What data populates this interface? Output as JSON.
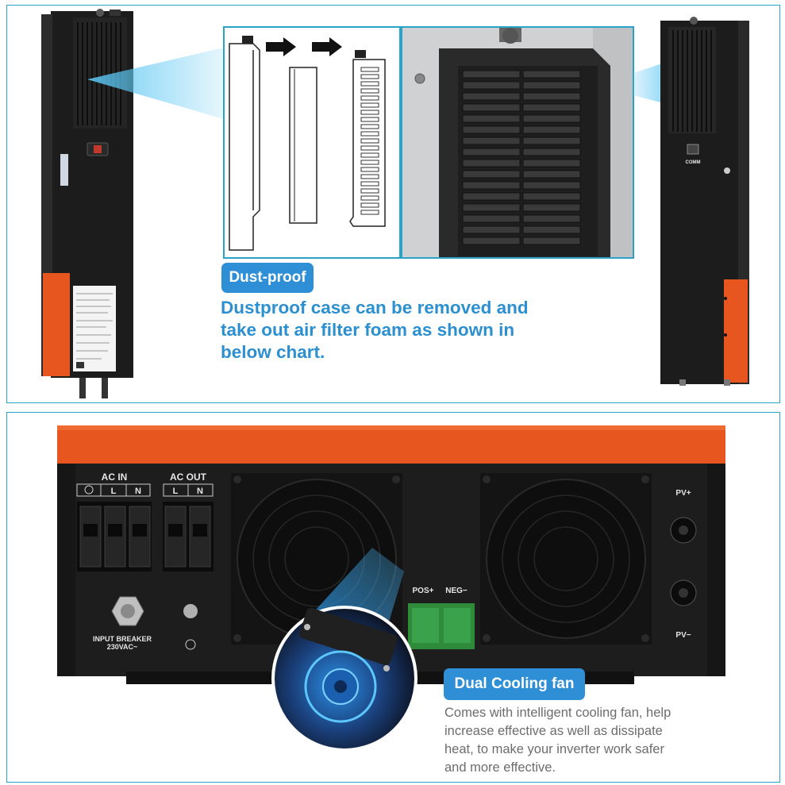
{
  "image": {
    "description_top": "Side views of a black and orange solar inverter with an inset showing the removable dust filter",
    "description_bottom": "Bottom terminal panel of the inverter with two cooling fans and a fan close-up"
  },
  "dust_section": {
    "badge": "Dust-proof",
    "description": "Dustproof case can be removed and take out air filter foam as shown in below chart."
  },
  "fan_section": {
    "badge": "Dual Cooling fan",
    "description": "Comes with intelligent cooling fan, help increase effective as well as dissipate heat, to make your inverter work safer and more effective."
  },
  "terminal_labels": {
    "ac_in": "AC IN",
    "ac_out": "AC OUT",
    "l": "L",
    "n": "N",
    "input_breaker": "INPUT BREAKER",
    "voltage": "230VAC~",
    "pos": "POS+",
    "neg": "NEG−",
    "pv_plus": "PV+",
    "pv_minus": "PV−",
    "comm": "COMM"
  },
  "colors": {
    "accent_blue": "#2f8fd6",
    "text_blue": "#2b8fd0",
    "orange": "#e8561f",
    "body_black": "#1a1a1a",
    "frame": "#2aa3c9"
  }
}
